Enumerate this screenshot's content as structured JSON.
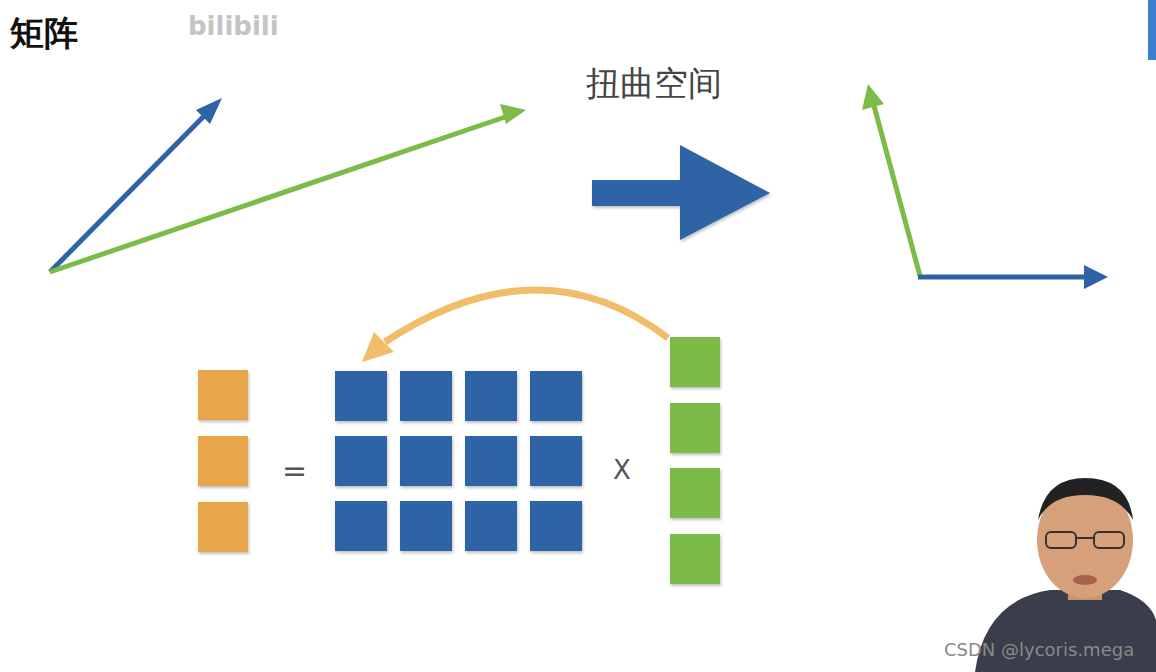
{
  "diagram": {
    "title": "矩阵",
    "labels": [
      "bilibili",
      "扭曲空间",
      "=",
      "X",
      "CSDN @lycoris.mega"
    ]
  }
}
